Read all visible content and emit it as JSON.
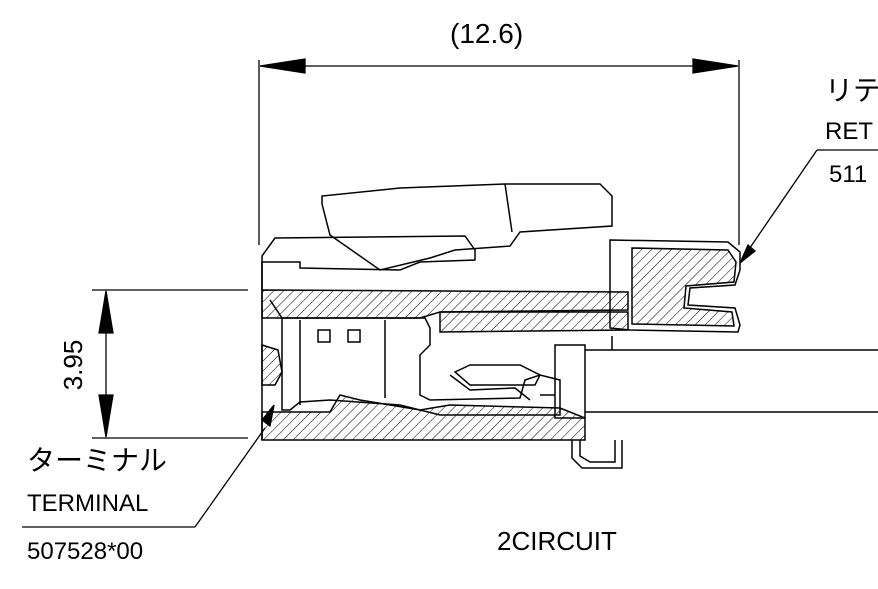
{
  "dimensions": {
    "overall_length": "(12.6)",
    "height": "3.95"
  },
  "callouts": {
    "terminal": {
      "label_jp": "ターミナル",
      "label_en": "TERMINAL",
      "part_number": "507528*00"
    },
    "retainer": {
      "label_jp": "リテ",
      "label_en": "RET",
      "part_number": "511"
    }
  },
  "caption": "2CIRCUIT",
  "colors": {
    "line": "#000000",
    "background": "#ffffff"
  }
}
